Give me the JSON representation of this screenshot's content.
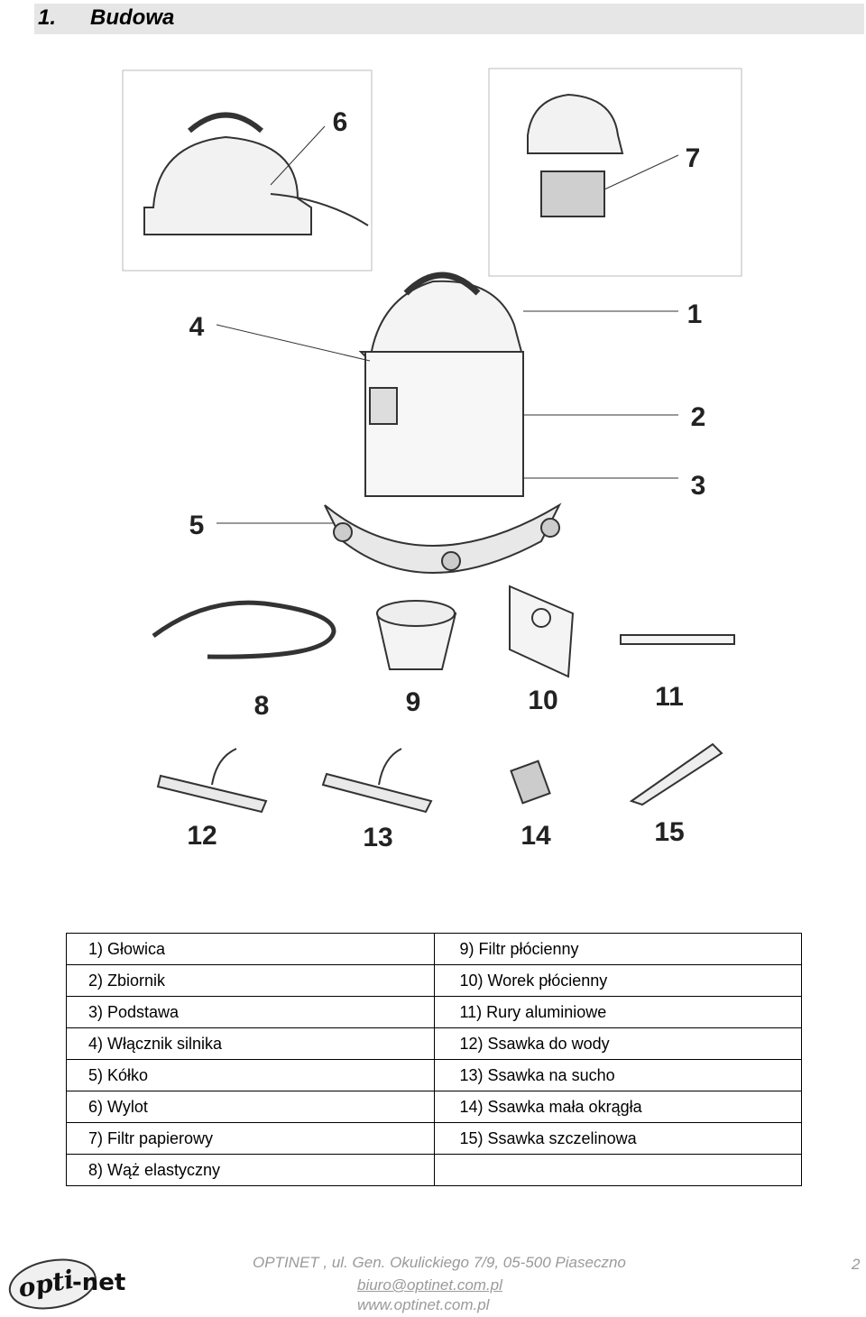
{
  "heading": {
    "number": "1.",
    "title": "Budowa"
  },
  "figure": {
    "callouts": [
      "1",
      "2",
      "3",
      "4",
      "5",
      "6",
      "7",
      "8",
      "9",
      "10",
      "11",
      "12",
      "13",
      "14",
      "15"
    ]
  },
  "legend": {
    "left": [
      "1) Głowica",
      "2) Zbiornik",
      "3) Podstawa",
      "4) Włącznik silnika",
      "5) Kółko",
      "6) Wylot",
      "7) Filtr papierowy",
      "8) Wąż elastyczny"
    ],
    "right": [
      "9) Filtr płócienny",
      "10) Worek płócienny",
      "11) Rury aluminiowe",
      "12) Ssawka do wody",
      "13) Ssawka na sucho",
      "14) Ssawka mała okrągła",
      "15) Ssawka szczelinowa",
      ""
    ]
  },
  "footer": {
    "address": "OPTINET , ul. Gen. Okulickiego 7/9, 05-500 Piaseczno",
    "email": "biuro@optinet.com.pl",
    "www": "www.optinet.com.pl",
    "page": "2",
    "logo_text": "opti-net"
  }
}
